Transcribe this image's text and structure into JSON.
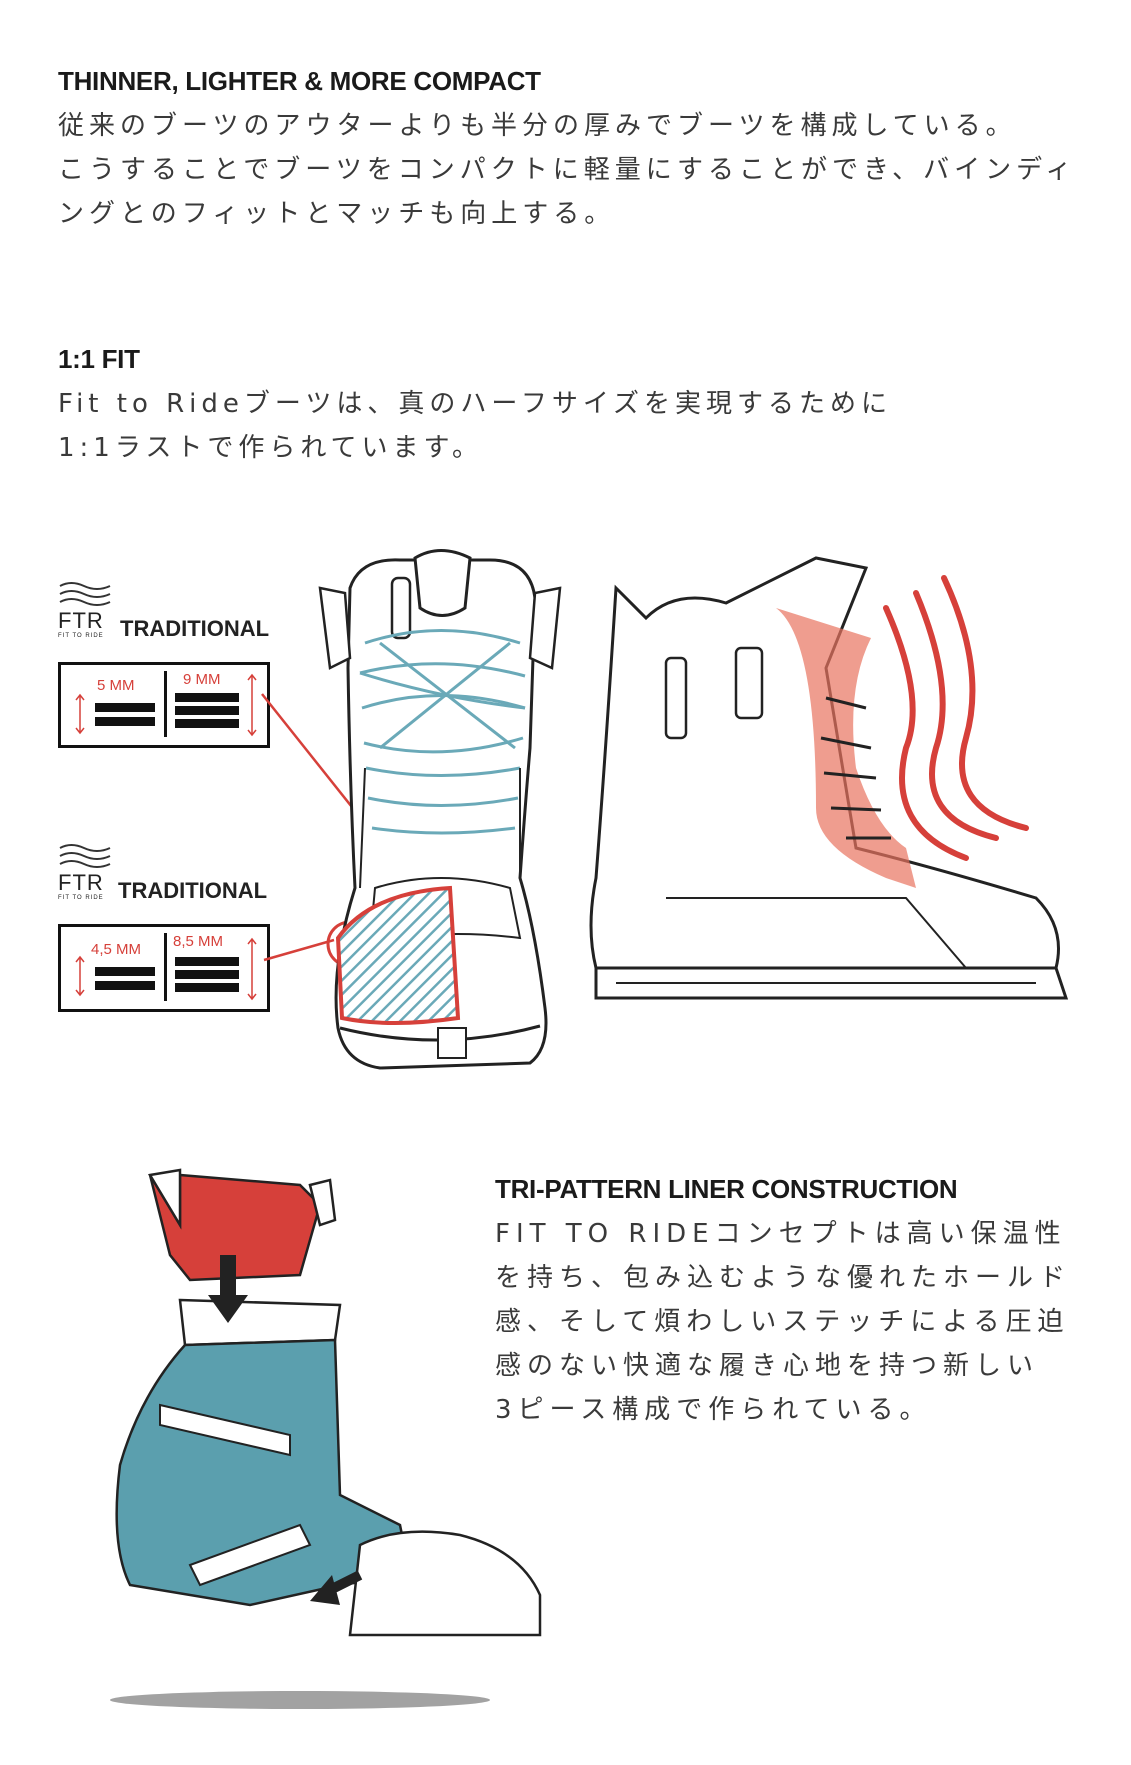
{
  "section1": {
    "heading": "THINNER, LIGHTER & MORE COMPACT",
    "lines": [
      "従来のブーツのアウターよりも半分の厚みでブーツを構成している。",
      "こうすることでブーツをコンパクトに軽量にすることができ、バインディ",
      "ングとのフィットとマッチも向上する。"
    ]
  },
  "section2": {
    "heading": "1:1 FIT",
    "lines": [
      "Fit to Rideブーツは、真のハーフサイズを実現するために",
      "1:1ラストで作られています。"
    ]
  },
  "comparison": [
    {
      "logo_text": "FTR",
      "logo_sub": "FIT TO RIDE",
      "label": "TRADITIONAL",
      "ftr_value": "5 MM",
      "traditional_value": "9 MM"
    },
    {
      "logo_text": "FTR",
      "logo_sub": "FIT TO RIDE",
      "label": "TRADITIONAL",
      "ftr_value": "4,5 MM",
      "traditional_value": "8,5 MM"
    }
  ],
  "section3": {
    "heading": "TRI-PATTERN LINER CONSTRUCTION",
    "lines": [
      "FIT TO RIDEコンセプトは高い保温性",
      "を持ち、包み込むような優れたホールド",
      "感、そして煩わしいステッチによる圧迫",
      "感のない快適な履き心地を持つ新しい",
      "3ピース構成で作られている。"
    ]
  },
  "icons": [
    "ftr-logo-icon",
    "front-boot-illustration",
    "side-boot-illustration",
    "liner-exploded-illustration"
  ],
  "colors": {
    "accent_red": "#d6403a",
    "lace_blue": "#6aa9b8",
    "liner_teal": "#5b9fae",
    "text": "#3a3a3a"
  }
}
